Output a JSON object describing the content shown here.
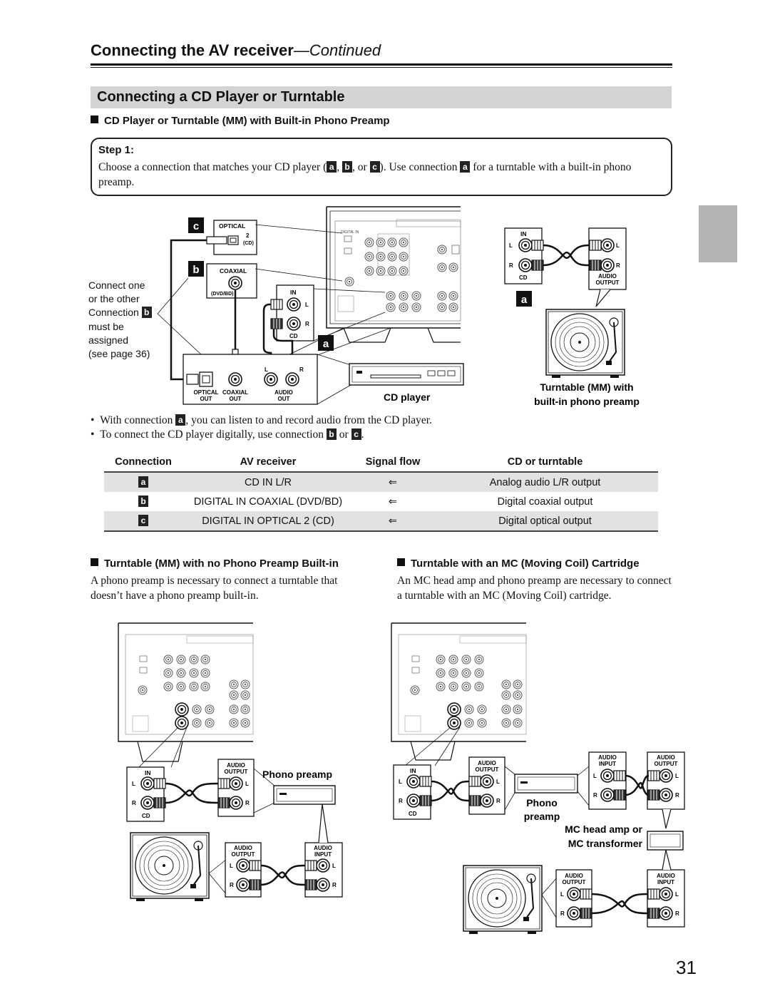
{
  "header": {
    "title": "Connecting the AV receiver",
    "continued": "—Continued"
  },
  "section": {
    "title": "Connecting a CD Player or Turntable"
  },
  "subsection1": {
    "title": "CD Player or Turntable (MM) with Built-in Phono Preamp"
  },
  "step": {
    "label": "Step 1:",
    "text_1": "Choose a connection that matches your CD player (",
    "text_2": ", ",
    "text_3": ", or ",
    "text_4": "). Use connection ",
    "text_5": " for a turntable with a built-in phono preamp."
  },
  "letters": {
    "a": "a",
    "b": "b",
    "c": "c"
  },
  "diagram1": {
    "optical": "OPTICAL",
    "optical_num": "2",
    "cd_paren": "(CD)",
    "coaxial": "COAXIAL",
    "dvdbd": "(DVD/BD)",
    "in": "IN",
    "l": "L",
    "r": "R",
    "cd": "CD",
    "connect_note": [
      "Connect one",
      "or the other",
      "Connection",
      "must be",
      "assigned",
      "(see page 36)"
    ],
    "optical_out": "OPTICAL",
    "coaxial_out": "COAXIAL",
    "audio_out": "AUDIO",
    "out": "OUT",
    "cd_player": "CD player",
    "audio": "AUDIO",
    "output": "OUTPUT",
    "turntable_label_1": "Turntable (MM) with",
    "turntable_label_2": "built-in phono preamp",
    "digital_in": "DIGITAL IN"
  },
  "bullets": {
    "b1_pre": "With connection ",
    "b1_post": ", you can listen to and record audio from the CD player.",
    "b2_pre": "To connect the CD player digitally, use connection ",
    "b2_mid": " or ",
    "b2_post": "."
  },
  "table": {
    "headers": [
      "Connection",
      "AV receiver",
      "Signal flow",
      "CD or turntable"
    ],
    "rows": [
      {
        "letter": "a",
        "receiver": "CD IN L/R",
        "flow": "⇐",
        "source": "Analog audio L/R output"
      },
      {
        "letter": "b",
        "receiver": "DIGITAL IN COAXIAL (DVD/BD)",
        "flow": "⇐",
        "source": "Digital coaxial output"
      },
      {
        "letter": "c",
        "receiver": "DIGITAL IN OPTICAL 2 (CD)",
        "flow": "⇐",
        "source": "Digital optical output"
      }
    ]
  },
  "left_col": {
    "heading": "Turntable (MM) with no Phono Preamp Built-in",
    "body": "A phono preamp is necessary to connect a turntable that doesn’t have a phono preamp built-in.",
    "phono_preamp": "Phono preamp",
    "audio": "AUDIO",
    "output": "OUTPUT",
    "input": "INPUT",
    "in": "IN",
    "cd": "CD"
  },
  "right_col": {
    "heading": "Turntable with an MC (Moving Coil) Cartridge",
    "body": "An MC head amp and phono preamp are necessary to connect a turntable with an MC (Moving Coil) cartridge.",
    "phono": "Phono",
    "preamp": "preamp",
    "mc_1": "MC head amp or",
    "mc_2": "MC transformer",
    "audio": "AUDIO",
    "output": "OUTPUT",
    "input": "INPUT"
  },
  "page_number": "31"
}
